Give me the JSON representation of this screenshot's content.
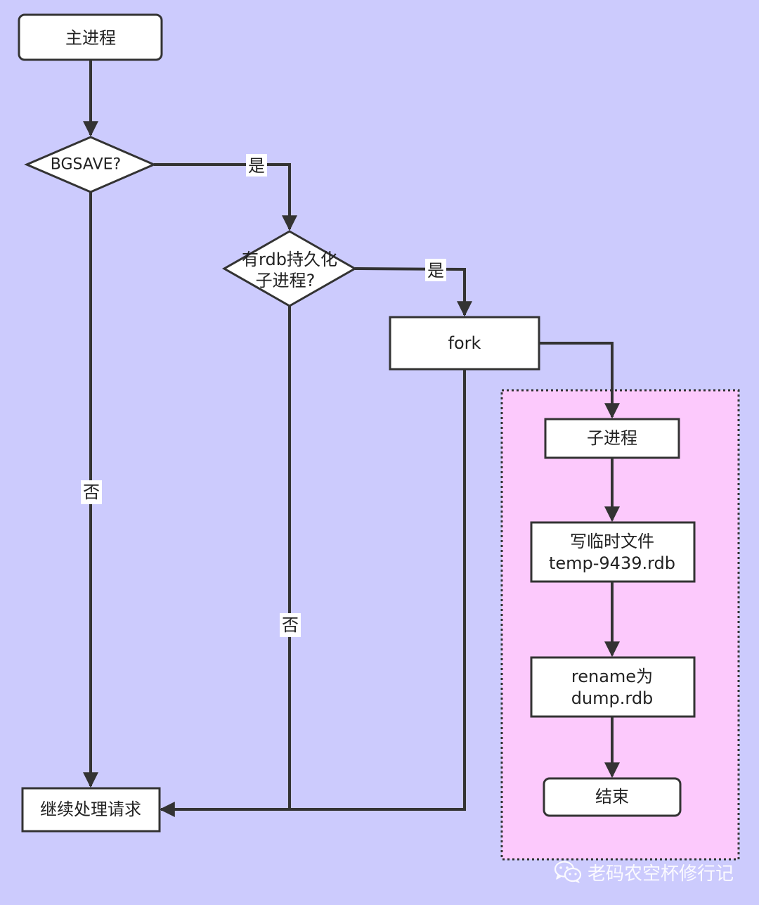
{
  "nodes": {
    "main_process": "主进程",
    "bgsave_check": "BGSAVE?",
    "rdb_child_check": [
      "有rdb持久化",
      "子进程?"
    ],
    "fork": "fork",
    "child_process": "子进程",
    "write_temp": [
      "写临时文件",
      "temp-9439.rdb"
    ],
    "rename": [
      "rename为",
      "dump.rdb"
    ],
    "end": "结束",
    "continue": "继续处理请求"
  },
  "edges": {
    "yes_1": "是",
    "yes_2": "是",
    "no_1": "否",
    "no_2": "否"
  },
  "watermark": {
    "text": "老码农空杯修行记",
    "icon": "wechat-icon"
  },
  "colors": {
    "background": "#cccbfd",
    "child_region": "#fcc9fc",
    "node_fill": "#ffffff",
    "stroke": "#333333"
  }
}
